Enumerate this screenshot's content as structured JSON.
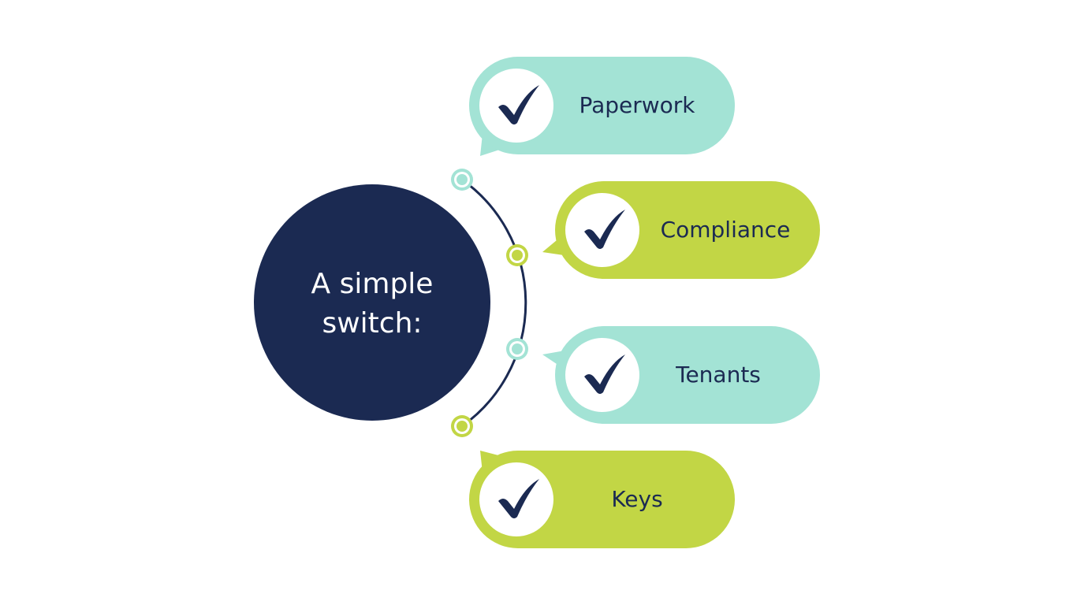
{
  "colors": {
    "navy": "#1b2a52",
    "teal": "#a3e3d5",
    "green": "#c2d645"
  },
  "center": {
    "line1": "A simple",
    "line2": "switch:"
  },
  "items": [
    {
      "label": "Paperwork",
      "icon": "check-icon",
      "color": "teal"
    },
    {
      "label": "Compliance",
      "icon": "check-icon",
      "color": "green"
    },
    {
      "label": "Tenants",
      "icon": "check-icon",
      "color": "teal"
    },
    {
      "label": "Keys",
      "icon": "check-icon",
      "color": "green"
    }
  ]
}
